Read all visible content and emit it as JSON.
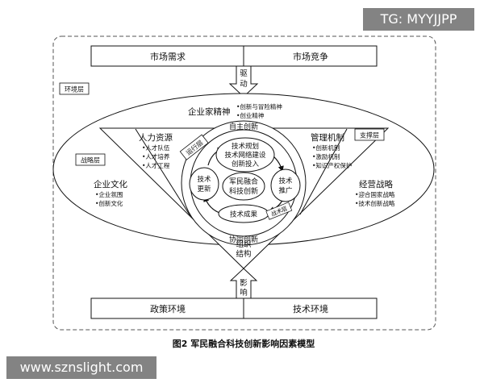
{
  "market": {
    "demand": "市场需求",
    "competition": "市场竞争"
  },
  "arrows": {
    "drive": "驱\n动",
    "influence": "影\n响"
  },
  "layers": {
    "environment": "环境层",
    "strategy": "战略层",
    "support": "支撑层",
    "operation": "运行层",
    "tactic": "战术层"
  },
  "entrepreneurship": {
    "title": "企业家精神",
    "items": [
      "•创新与冒险精神",
      "•创业精神"
    ]
  },
  "hr": {
    "title": "人力资源",
    "items": [
      "•人才队伍",
      "•人才培养",
      "•人才工程"
    ]
  },
  "management": {
    "title": "管理机制",
    "items": [
      "•创新机制",
      "•激励机制",
      "•知识产权保护"
    ]
  },
  "culture": {
    "title": "企业文化",
    "items": [
      "•企业氛围",
      "•创新文化"
    ]
  },
  "business_strategy": {
    "title": "经营战略",
    "items": [
      "•迎合国家战略",
      "•技术创新战略"
    ]
  },
  "inner": {
    "independent": "自主创新",
    "collaborative": "协同创新",
    "top_node": [
      "技术规划",
      "技术网络建设",
      "创新投入"
    ],
    "center": [
      "军民融合",
      "科技创新"
    ],
    "left_node": [
      "技术",
      "更新"
    ],
    "right_node": [
      "技术",
      "推广"
    ],
    "bottom_node": "技术成果"
  },
  "org": "组织\n结构",
  "bottom_env": {
    "policy": "政策环境",
    "tech": "技术环境"
  },
  "caption": "图2  军民融合科技创新影响因素模型",
  "watermarks": {
    "top": "TG: MYYJJPP",
    "bottom": "www.sznslight.com"
  }
}
